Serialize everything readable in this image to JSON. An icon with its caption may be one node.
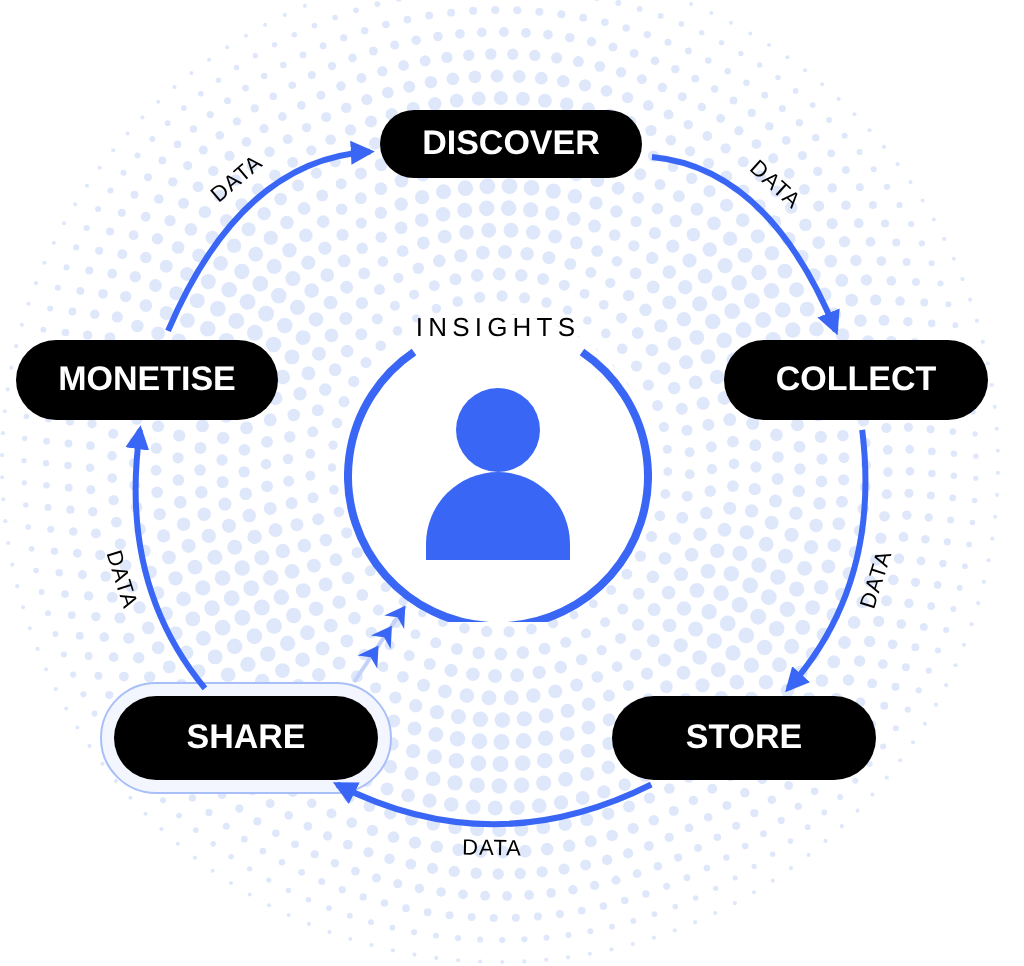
{
  "diagram": {
    "nodes": [
      {
        "text": [
          "DISCOVER"
        ]
      },
      {
        "text": [
          "COLLECT"
        ]
      },
      {
        "text": [
          "STORE"
        ]
      },
      {
        "text": [
          "SHARE"
        ]
      },
      {
        "text": [
          "MONETISE"
        ]
      },
      {
        "text": [
          "INSIGHTS"
        ]
      }
    ],
    "edges": [
      {
        "from": 4,
        "to": 0,
        "arrow": "to",
        "label": "DATA"
      },
      {
        "from": 0,
        "to": 1,
        "arrow": "to",
        "label": "DATA"
      },
      {
        "from": 1,
        "to": 2,
        "arrow": "to",
        "label": "DATA"
      },
      {
        "from": 2,
        "to": 3,
        "arrow": "to",
        "label": "DATA"
      },
      {
        "from": 3,
        "to": 4,
        "arrow": "to",
        "label": "DATA"
      },
      {
        "from": 3,
        "to": 5,
        "arrow": "to",
        "color": "#c3d2fb"
      }
    ]
  }
}
